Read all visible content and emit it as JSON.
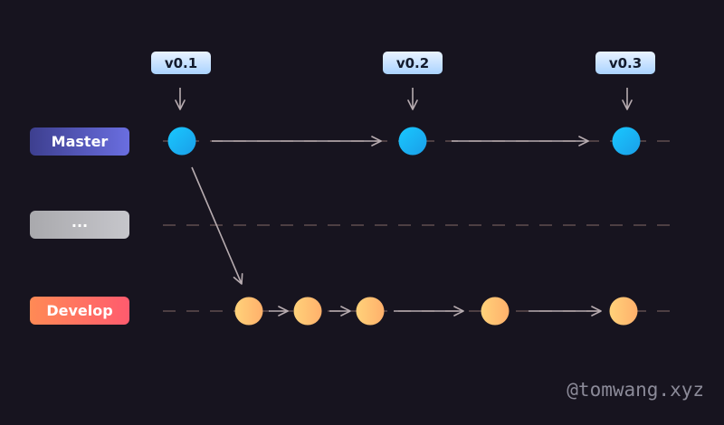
{
  "branches": {
    "master": "Master",
    "other": "...",
    "develop": "Develop"
  },
  "tags": [
    "v0.1",
    "v0.2",
    "v0.3"
  ],
  "watermark": "@tomwang.xyz",
  "colors": {
    "background": "#17141f",
    "master_commit": "#1eb6f5",
    "develop_commit": "#ffc874",
    "arrow": "#b7acb0",
    "dashed_line": "#4d3f43"
  }
}
